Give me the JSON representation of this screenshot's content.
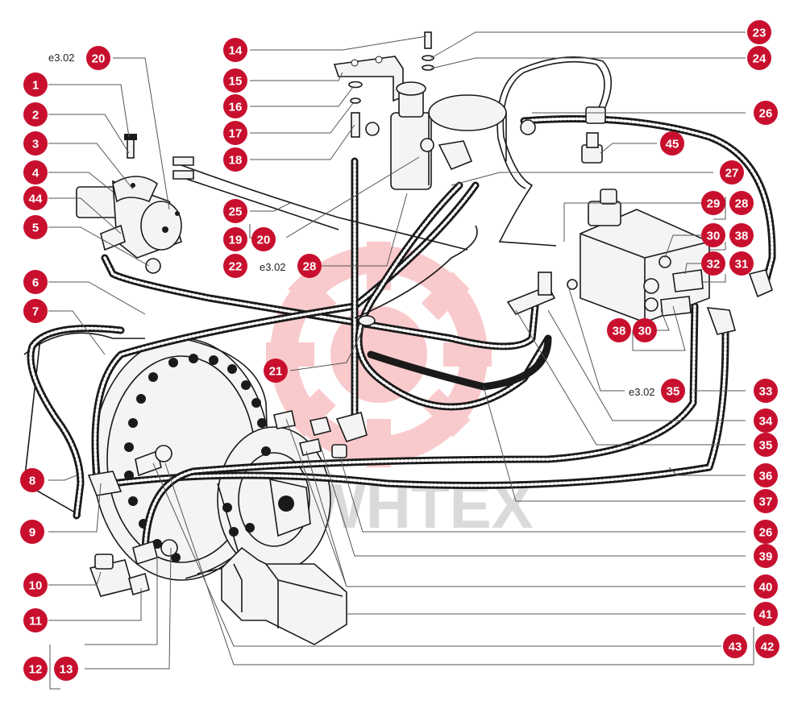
{
  "watermark": {
    "text": "WHTEX",
    "color": "#e8141b"
  },
  "badge_color": "#c8102e",
  "callouts": [
    {
      "id": "c1",
      "label": "1"
    },
    {
      "id": "c2",
      "label": "2"
    },
    {
      "id": "c3",
      "label": "3"
    },
    {
      "id": "c4",
      "label": "4"
    },
    {
      "id": "c44",
      "label": "44"
    },
    {
      "id": "c5",
      "label": "5"
    },
    {
      "id": "c6",
      "label": "6"
    },
    {
      "id": "c7",
      "label": "7"
    },
    {
      "id": "c8",
      "label": "8"
    },
    {
      "id": "c9",
      "label": "9"
    },
    {
      "id": "c10",
      "label": "10"
    },
    {
      "id": "c11",
      "label": "11"
    },
    {
      "id": "c12",
      "label": "12"
    },
    {
      "id": "c13",
      "label": "13"
    },
    {
      "id": "c20a",
      "label": "20"
    },
    {
      "id": "c14",
      "label": "14"
    },
    {
      "id": "c15",
      "label": "15"
    },
    {
      "id": "c16",
      "label": "16"
    },
    {
      "id": "c17",
      "label": "17"
    },
    {
      "id": "c18",
      "label": "18"
    },
    {
      "id": "c25",
      "label": "25"
    },
    {
      "id": "c19",
      "label": "19"
    },
    {
      "id": "c20b",
      "label": "20"
    },
    {
      "id": "c22",
      "label": "22"
    },
    {
      "id": "c28a",
      "label": "28"
    },
    {
      "id": "c21",
      "label": "21"
    },
    {
      "id": "c23",
      "label": "23"
    },
    {
      "id": "c24",
      "label": "24"
    },
    {
      "id": "c26a",
      "label": "26"
    },
    {
      "id": "c45",
      "label": "45"
    },
    {
      "id": "c27",
      "label": "27"
    },
    {
      "id": "c29",
      "label": "29"
    },
    {
      "id": "c28b",
      "label": "28"
    },
    {
      "id": "c30a",
      "label": "30"
    },
    {
      "id": "c38a",
      "label": "38"
    },
    {
      "id": "c32",
      "label": "32"
    },
    {
      "id": "c31",
      "label": "31"
    },
    {
      "id": "c38b",
      "label": "38"
    },
    {
      "id": "c30b",
      "label": "30"
    },
    {
      "id": "c35a",
      "label": "35"
    },
    {
      "id": "c33",
      "label": "33"
    },
    {
      "id": "c34",
      "label": "34"
    },
    {
      "id": "c35b",
      "label": "35"
    },
    {
      "id": "c36",
      "label": "36"
    },
    {
      "id": "c37",
      "label": "37"
    },
    {
      "id": "c26b",
      "label": "26"
    },
    {
      "id": "c39",
      "label": "39"
    },
    {
      "id": "c40",
      "label": "40"
    },
    {
      "id": "c41",
      "label": "41"
    },
    {
      "id": "c43",
      "label": "43"
    },
    {
      "id": "c42",
      "label": "42"
    }
  ],
  "references": [
    {
      "id": "r1",
      "label": "e3.02"
    },
    {
      "id": "r2",
      "label": "e3.02"
    },
    {
      "id": "r3",
      "label": "e3.02"
    }
  ]
}
